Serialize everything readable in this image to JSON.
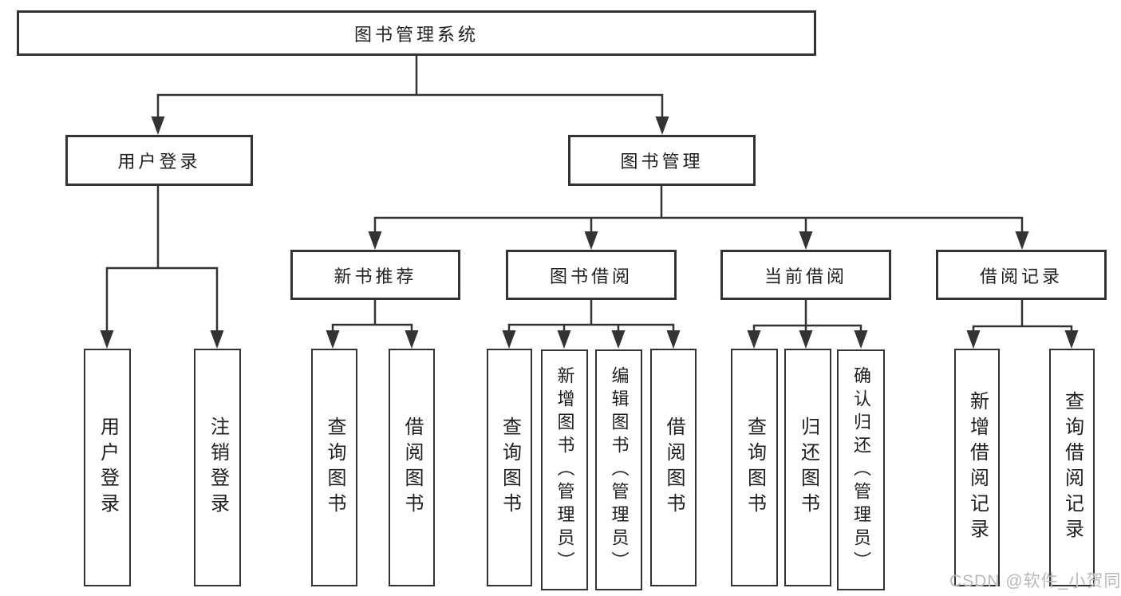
{
  "diagram": {
    "title": "图书管理系统",
    "user_login": {
      "label": "用户登录",
      "children": {
        "login": "用户登录",
        "logout": "注销登录"
      }
    },
    "book_mgmt": {
      "label": "图书管理",
      "sections": {
        "new_books": {
          "label": "新书推荐",
          "children": {
            "query": "查询图书",
            "borrow": "借阅图书"
          }
        },
        "book_borrow": {
          "label": "图书借阅",
          "children": {
            "query": "查询图书",
            "add": "新增图书（管理员）",
            "edit": "编辑图书（管理员）",
            "borrow": "借阅图书"
          }
        },
        "current_borrow": {
          "label": "当前借阅",
          "children": {
            "query": "查询图书",
            "return": "归还图书",
            "confirm": "确认归还（管理员）"
          }
        },
        "borrow_records": {
          "label": "借阅记录",
          "children": {
            "add": "新增借阅记录",
            "query": "查询借阅记录"
          }
        }
      }
    }
  },
  "watermark": "CSDN @软件_小贺同学",
  "colors": {
    "line": "#333333",
    "text": "#1f1f1f",
    "watermark": "#b9b9b9",
    "background": "#ffffff"
  }
}
